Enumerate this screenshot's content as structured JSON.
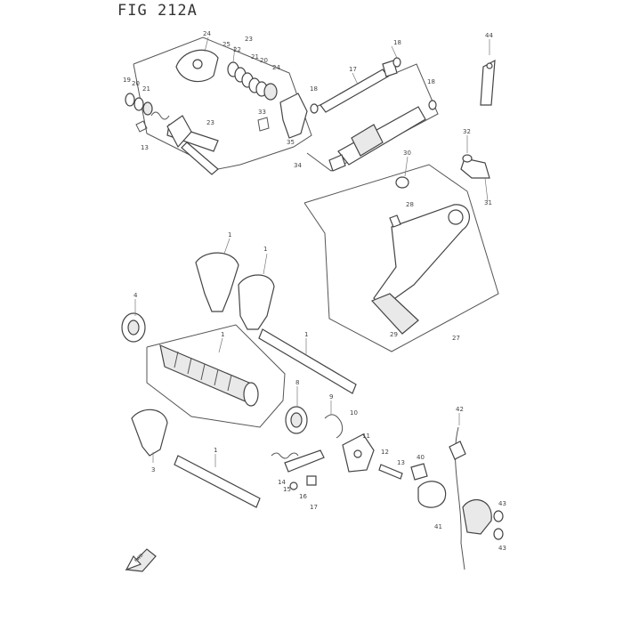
{
  "figure": {
    "title": "FIG 212A"
  },
  "footer": {
    "line1": "",
    "line2": ""
  },
  "callouts": [
    {
      "id": "c01",
      "text": "24"
    },
    {
      "id": "c02",
      "text": "25"
    },
    {
      "id": "c03",
      "text": "23"
    },
    {
      "id": "c04",
      "text": "22"
    },
    {
      "id": "c05",
      "text": "21"
    },
    {
      "id": "c06",
      "text": "20"
    },
    {
      "id": "c07",
      "text": "24"
    },
    {
      "id": "c08",
      "text": "18"
    },
    {
      "id": "c09",
      "text": "17"
    },
    {
      "id": "c10",
      "text": "18"
    },
    {
      "id": "c11",
      "text": "18"
    },
    {
      "id": "c12",
      "text": "19"
    },
    {
      "id": "c13",
      "text": "20"
    },
    {
      "id": "c14",
      "text": "21"
    },
    {
      "id": "c15",
      "text": "13"
    },
    {
      "id": "c16",
      "text": "23"
    },
    {
      "id": "c17",
      "text": "33"
    },
    {
      "id": "c18",
      "text": "35"
    },
    {
      "id": "c19",
      "text": "34"
    },
    {
      "id": "c20",
      "text": "44"
    },
    {
      "id": "c21",
      "text": "32"
    },
    {
      "id": "c22",
      "text": "31"
    },
    {
      "id": "c23",
      "text": "30"
    },
    {
      "id": "c24",
      "text": "28"
    },
    {
      "id": "c25",
      "text": "29"
    },
    {
      "id": "c26",
      "text": "27"
    },
    {
      "id": "c27",
      "text": "1"
    },
    {
      "id": "c28",
      "text": "1"
    },
    {
      "id": "c29",
      "text": "1"
    },
    {
      "id": "c30",
      "text": "1"
    },
    {
      "id": "c31",
      "text": "4"
    },
    {
      "id": "c32",
      "text": "8"
    },
    {
      "id": "c33",
      "text": "9"
    },
    {
      "id": "c34",
      "text": "10"
    },
    {
      "id": "c35",
      "text": "11"
    },
    {
      "id": "c36",
      "text": "12"
    },
    {
      "id": "c37",
      "text": "13"
    },
    {
      "id": "c38",
      "text": "40"
    },
    {
      "id": "c39",
      "text": "41"
    },
    {
      "id": "c40",
      "text": "42"
    },
    {
      "id": "c41",
      "text": "43"
    },
    {
      "id": "c42",
      "text": "43"
    },
    {
      "id": "c43",
      "text": "3"
    },
    {
      "id": "c44",
      "text": "1"
    },
    {
      "id": "c45",
      "text": "14"
    },
    {
      "id": "c46",
      "text": "15"
    },
    {
      "id": "c47",
      "text": "16"
    },
    {
      "id": "c48",
      "text": "17"
    }
  ],
  "fwd_label": "FWD"
}
